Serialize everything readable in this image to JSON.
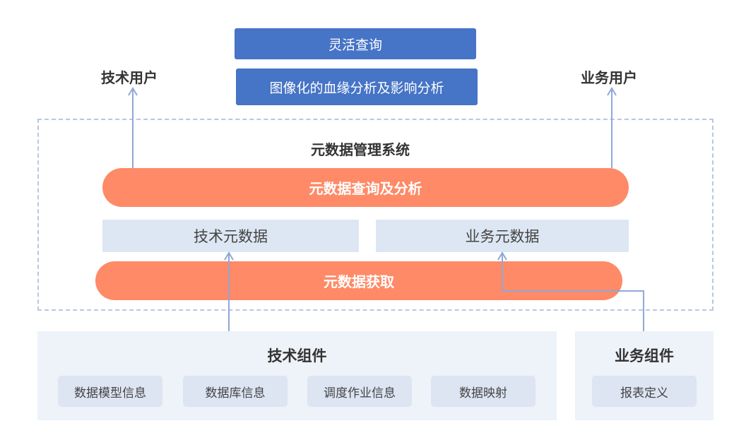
{
  "top_boxes": {
    "flexible_query": "灵活查询",
    "lineage_analysis": "图像化的血缘分析及影响分析"
  },
  "users": {
    "tech_user": "技术用户",
    "biz_user": "业务用户"
  },
  "system": {
    "title": "元数据管理系统",
    "query_analysis": "元数据查询及分析",
    "tech_metadata": "技术元数据",
    "biz_metadata": "业务元数据",
    "acquisition": "元数据获取"
  },
  "components": {
    "tech": {
      "title": "技术组件",
      "items": [
        "数据模型信息",
        "数据库信息",
        "调度作业信息",
        "数据映射"
      ]
    },
    "biz": {
      "title": "业务组件",
      "items": [
        "报表定义"
      ]
    }
  },
  "colors": {
    "top_box": "#4674c6",
    "pill": "#fe8a67",
    "metadata_box": "#dde7f3",
    "panel": "#eef2f9",
    "chip": "#dde5f3",
    "arrow": "#8fa8d8",
    "dashed_border": "#b8c7e3"
  }
}
